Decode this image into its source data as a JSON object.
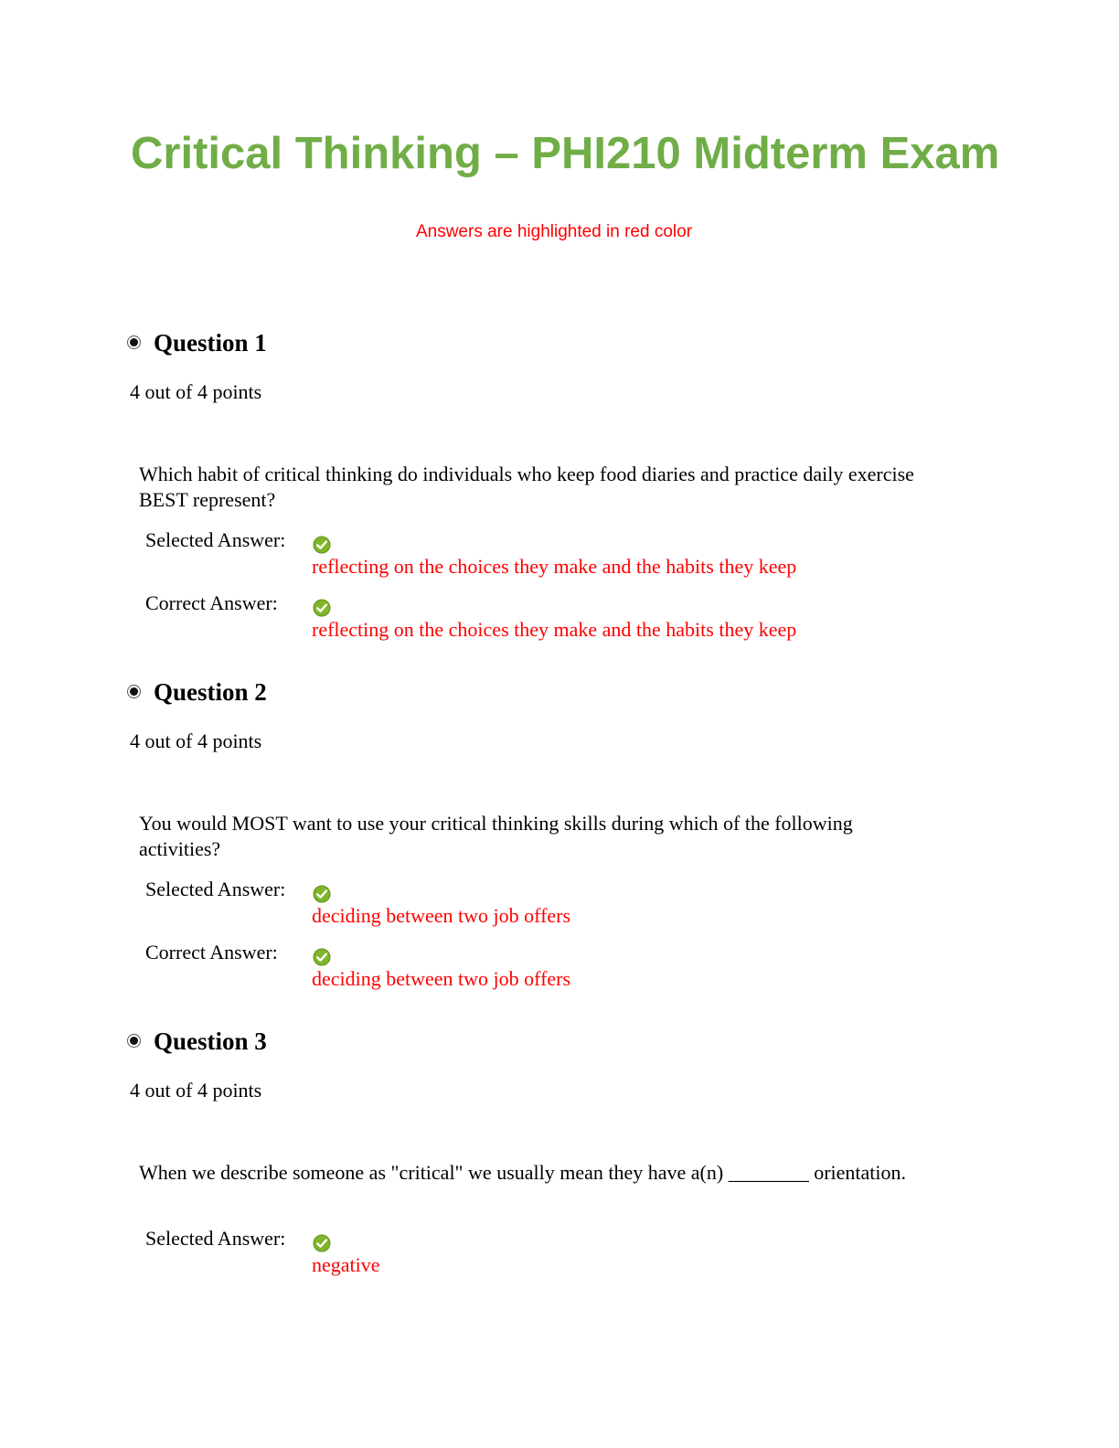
{
  "header": {
    "title": "Critical Thinking – PHI210 Midterm Exam",
    "subtitle": "Answers are highlighted in red color"
  },
  "colors": {
    "title": "#70ad47",
    "answer": "#ff0000",
    "check": "#7fb62a"
  },
  "questions": [
    {
      "title": "Question 1",
      "points": "4 out of 4 points",
      "prompt": "Which habit of critical thinking do individuals who keep food diaries and practice daily exercise BEST represent?",
      "selected_label": "Selected Answer:",
      "selected_answer": "reflecting on the choices they make and the habits they keep",
      "correct_label": "Correct Answer:",
      "correct_answer": "reflecting on the choices they make and the habits they keep"
    },
    {
      "title": "Question 2",
      "points": "4 out of 4 points",
      "prompt": "You would MOST want to use your critical thinking skills during which of the following activities?",
      "selected_label": "Selected Answer:",
      "selected_answer": "deciding between two job offers",
      "correct_label": "Correct Answer:",
      "correct_answer": "deciding between two job offers"
    },
    {
      "title": "Question 3",
      "points": "4 out of 4 points",
      "prompt": "When we describe someone as \"critical\" we usually mean they have a(n) ________ orientation.",
      "selected_label": "Selected Answer:",
      "selected_answer": "negative"
    }
  ],
  "icons": {
    "answer_check": "check-circle-icon",
    "question_bullet": "bullet-icon"
  }
}
